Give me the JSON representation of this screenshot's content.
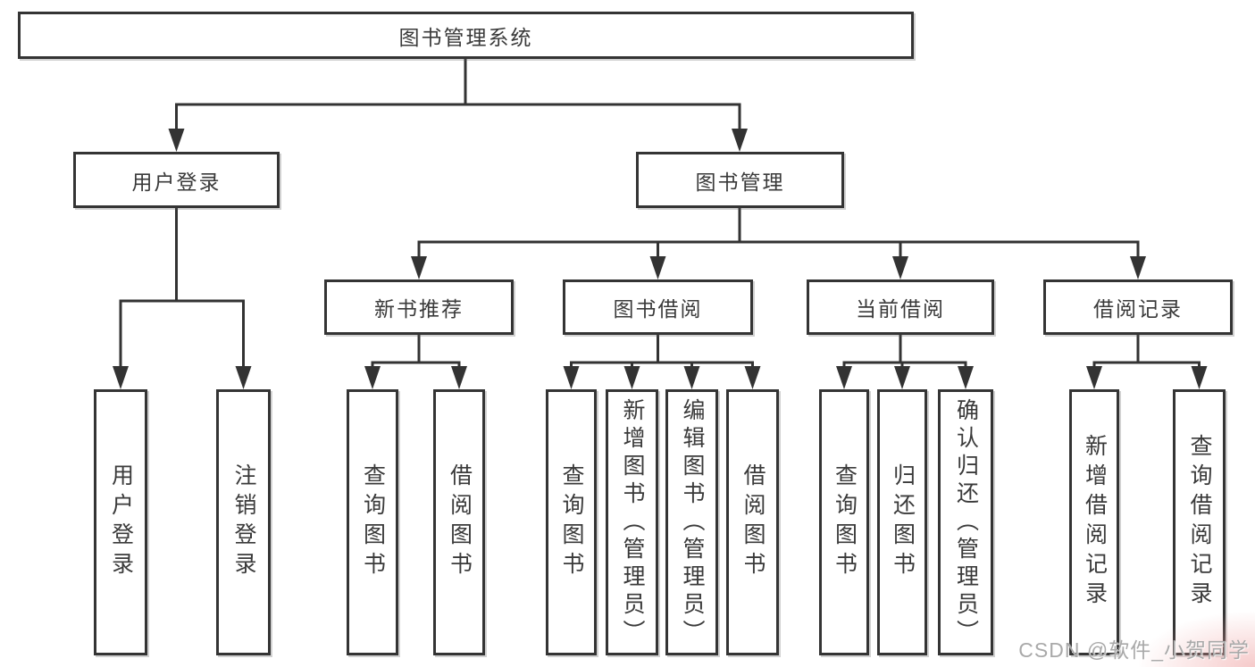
{
  "nodes": {
    "root": "图书管理系统",
    "user_login": "用户登录",
    "book_mgmt": "图书管理",
    "new_books": "新书推荐",
    "book_borrow": "图书借阅",
    "current_borrow": "当前借阅",
    "borrow_records": "借阅记录"
  },
  "leaves": {
    "user_login": [
      "用户登录",
      "注销登录"
    ],
    "new_books": [
      "查询图书",
      "借阅图书"
    ],
    "book_borrow": [
      "查询图书",
      "新增图书（管理员）",
      "编辑图书（管理员）",
      "借阅图书"
    ],
    "current_borrow": [
      "查询图书",
      "归还图书",
      "确认归还（管理员）"
    ],
    "borrow_records": [
      "新增借阅记录",
      "查询借阅记录"
    ]
  },
  "watermark": "CSDN @软件_小贺同学",
  "colors": {
    "line": "#333333",
    "text": "#3a3a3a",
    "watermark": "#a9a9a9",
    "corner_tint": "#ee9e9e"
  }
}
